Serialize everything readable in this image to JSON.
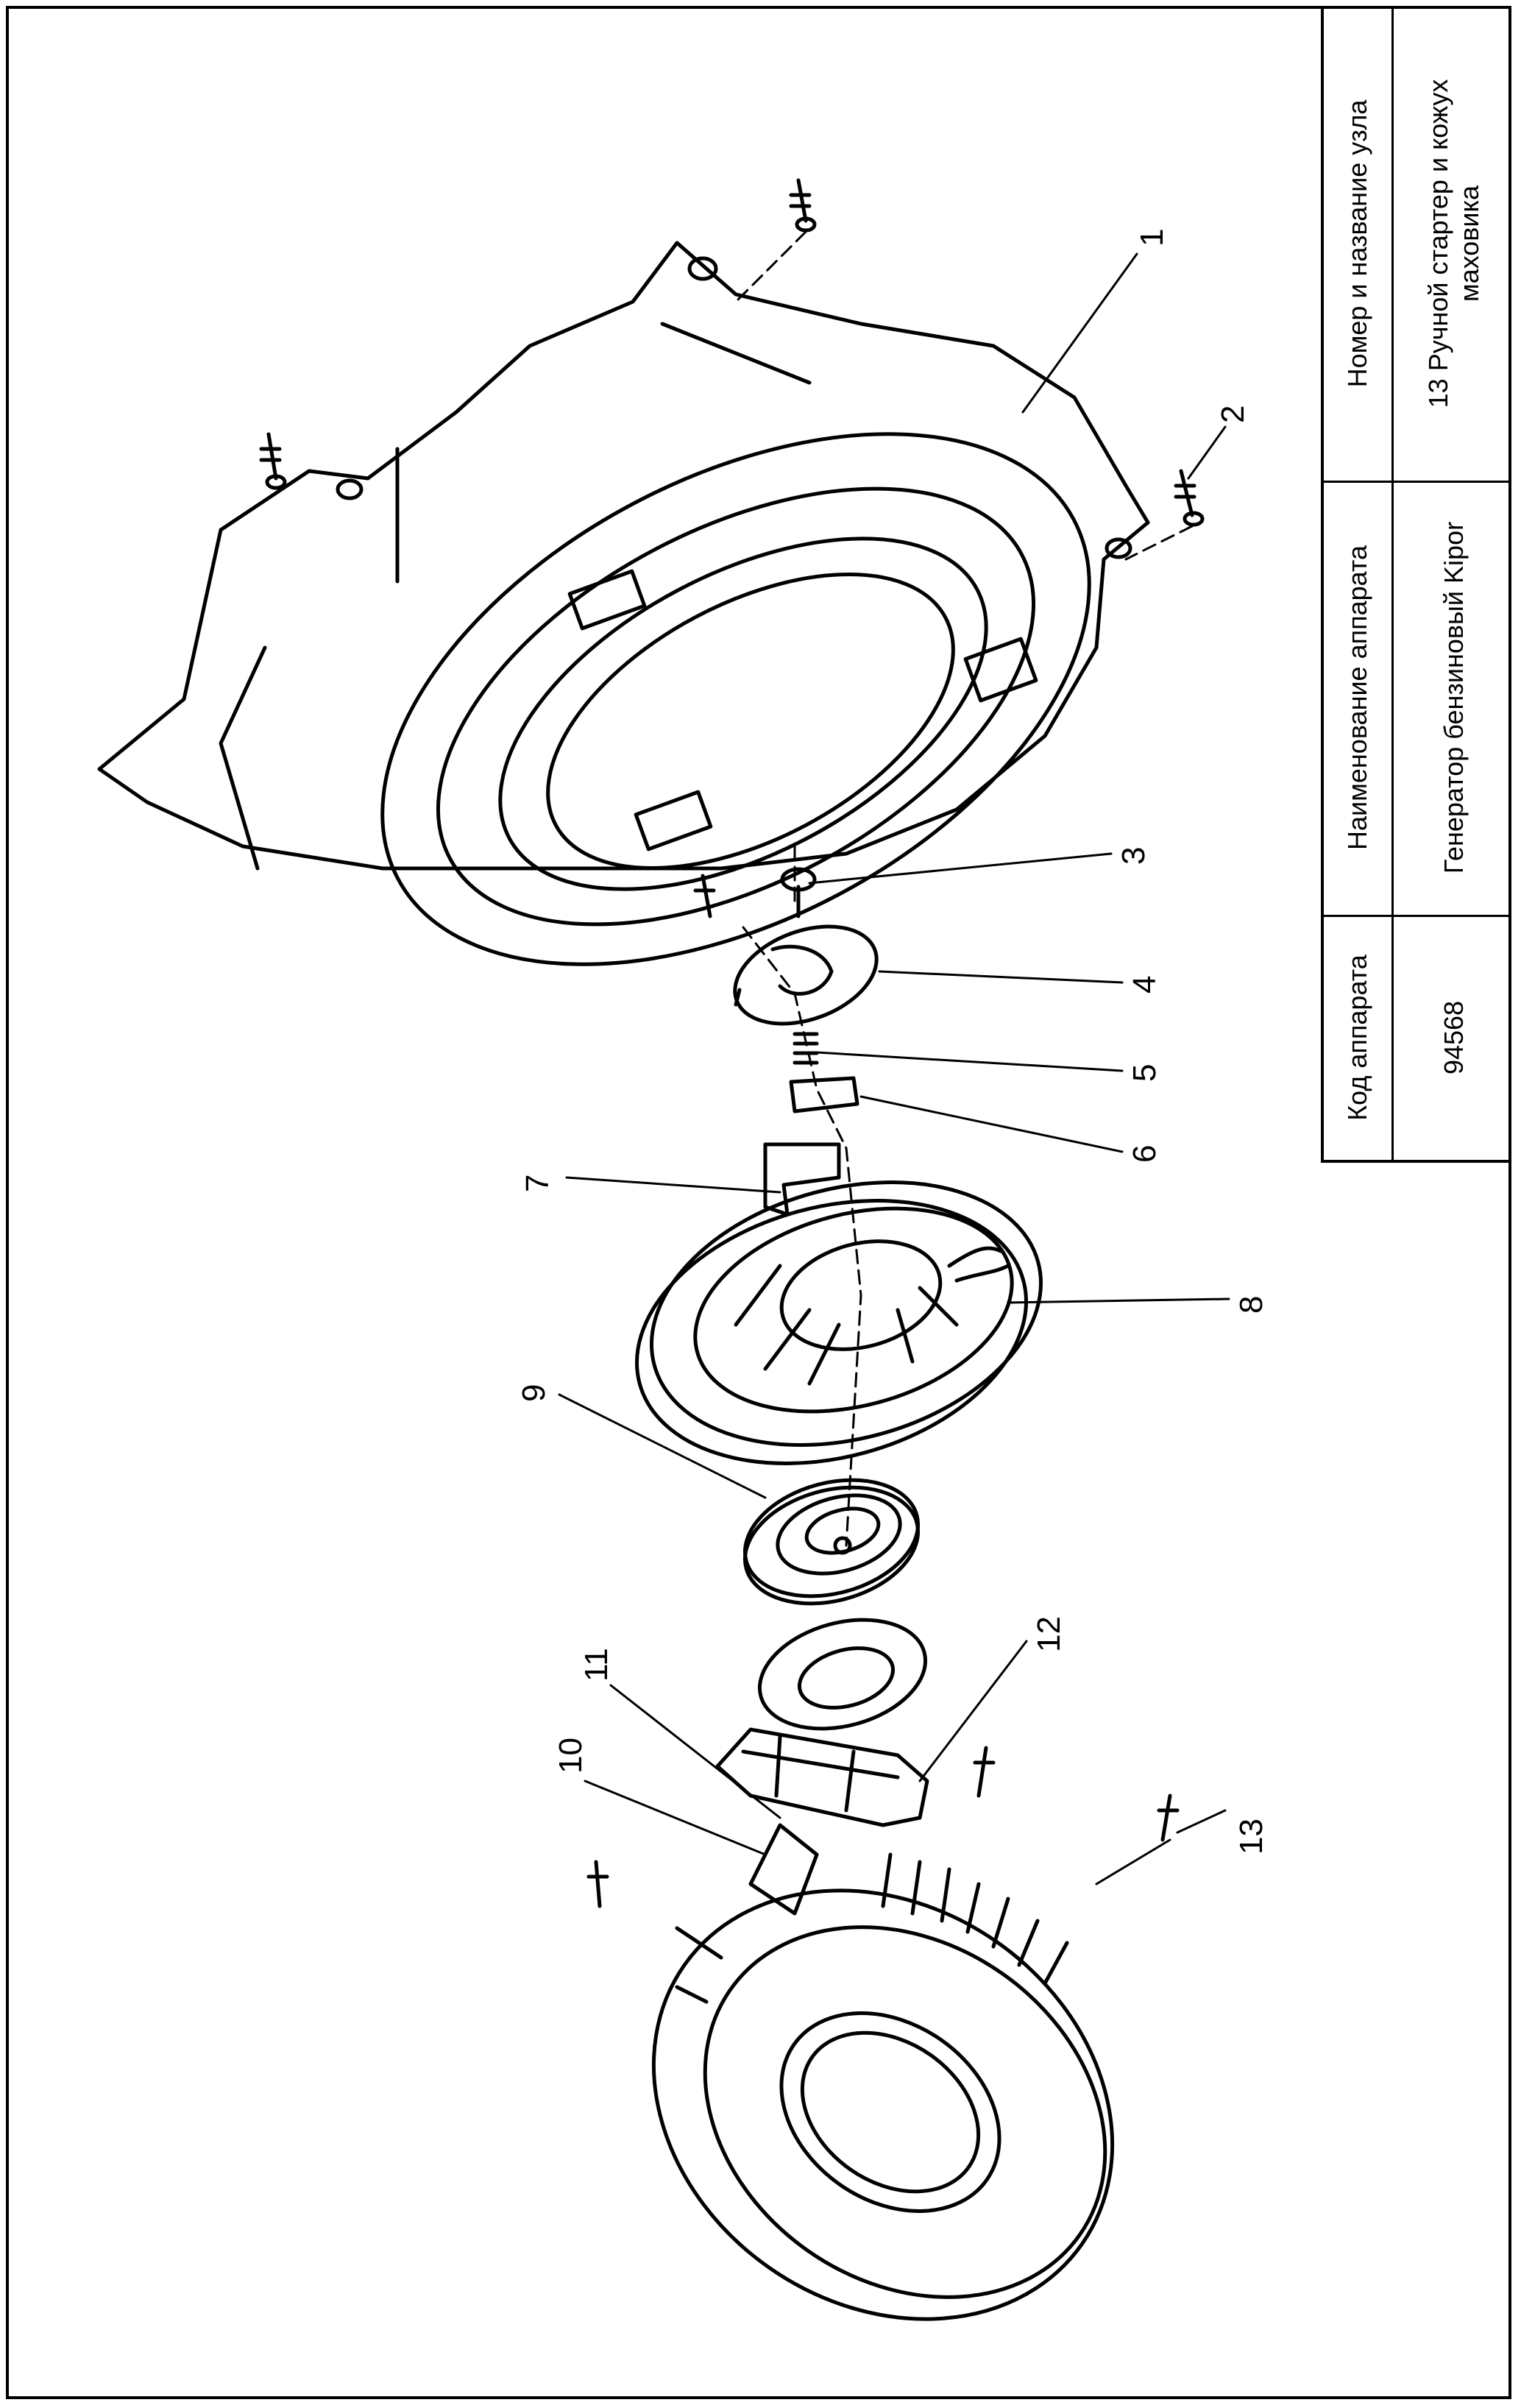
{
  "table": {
    "headers": [
      "Код аппарата",
      "Наименование аппарата",
      "Номер и название узла"
    ],
    "values": [
      "94568",
      "Генератор бензиновый Kipor",
      "13 Ручной стартер и кожух маховика"
    ],
    "value_node_line1": "13 Ручной стартер и кожух",
    "value_node_line2": "маховика"
  },
  "callouts": [
    "1",
    "2",
    "3",
    "4",
    "5",
    "6",
    "7",
    "8",
    "9",
    "10",
    "11",
    "12",
    "13"
  ]
}
